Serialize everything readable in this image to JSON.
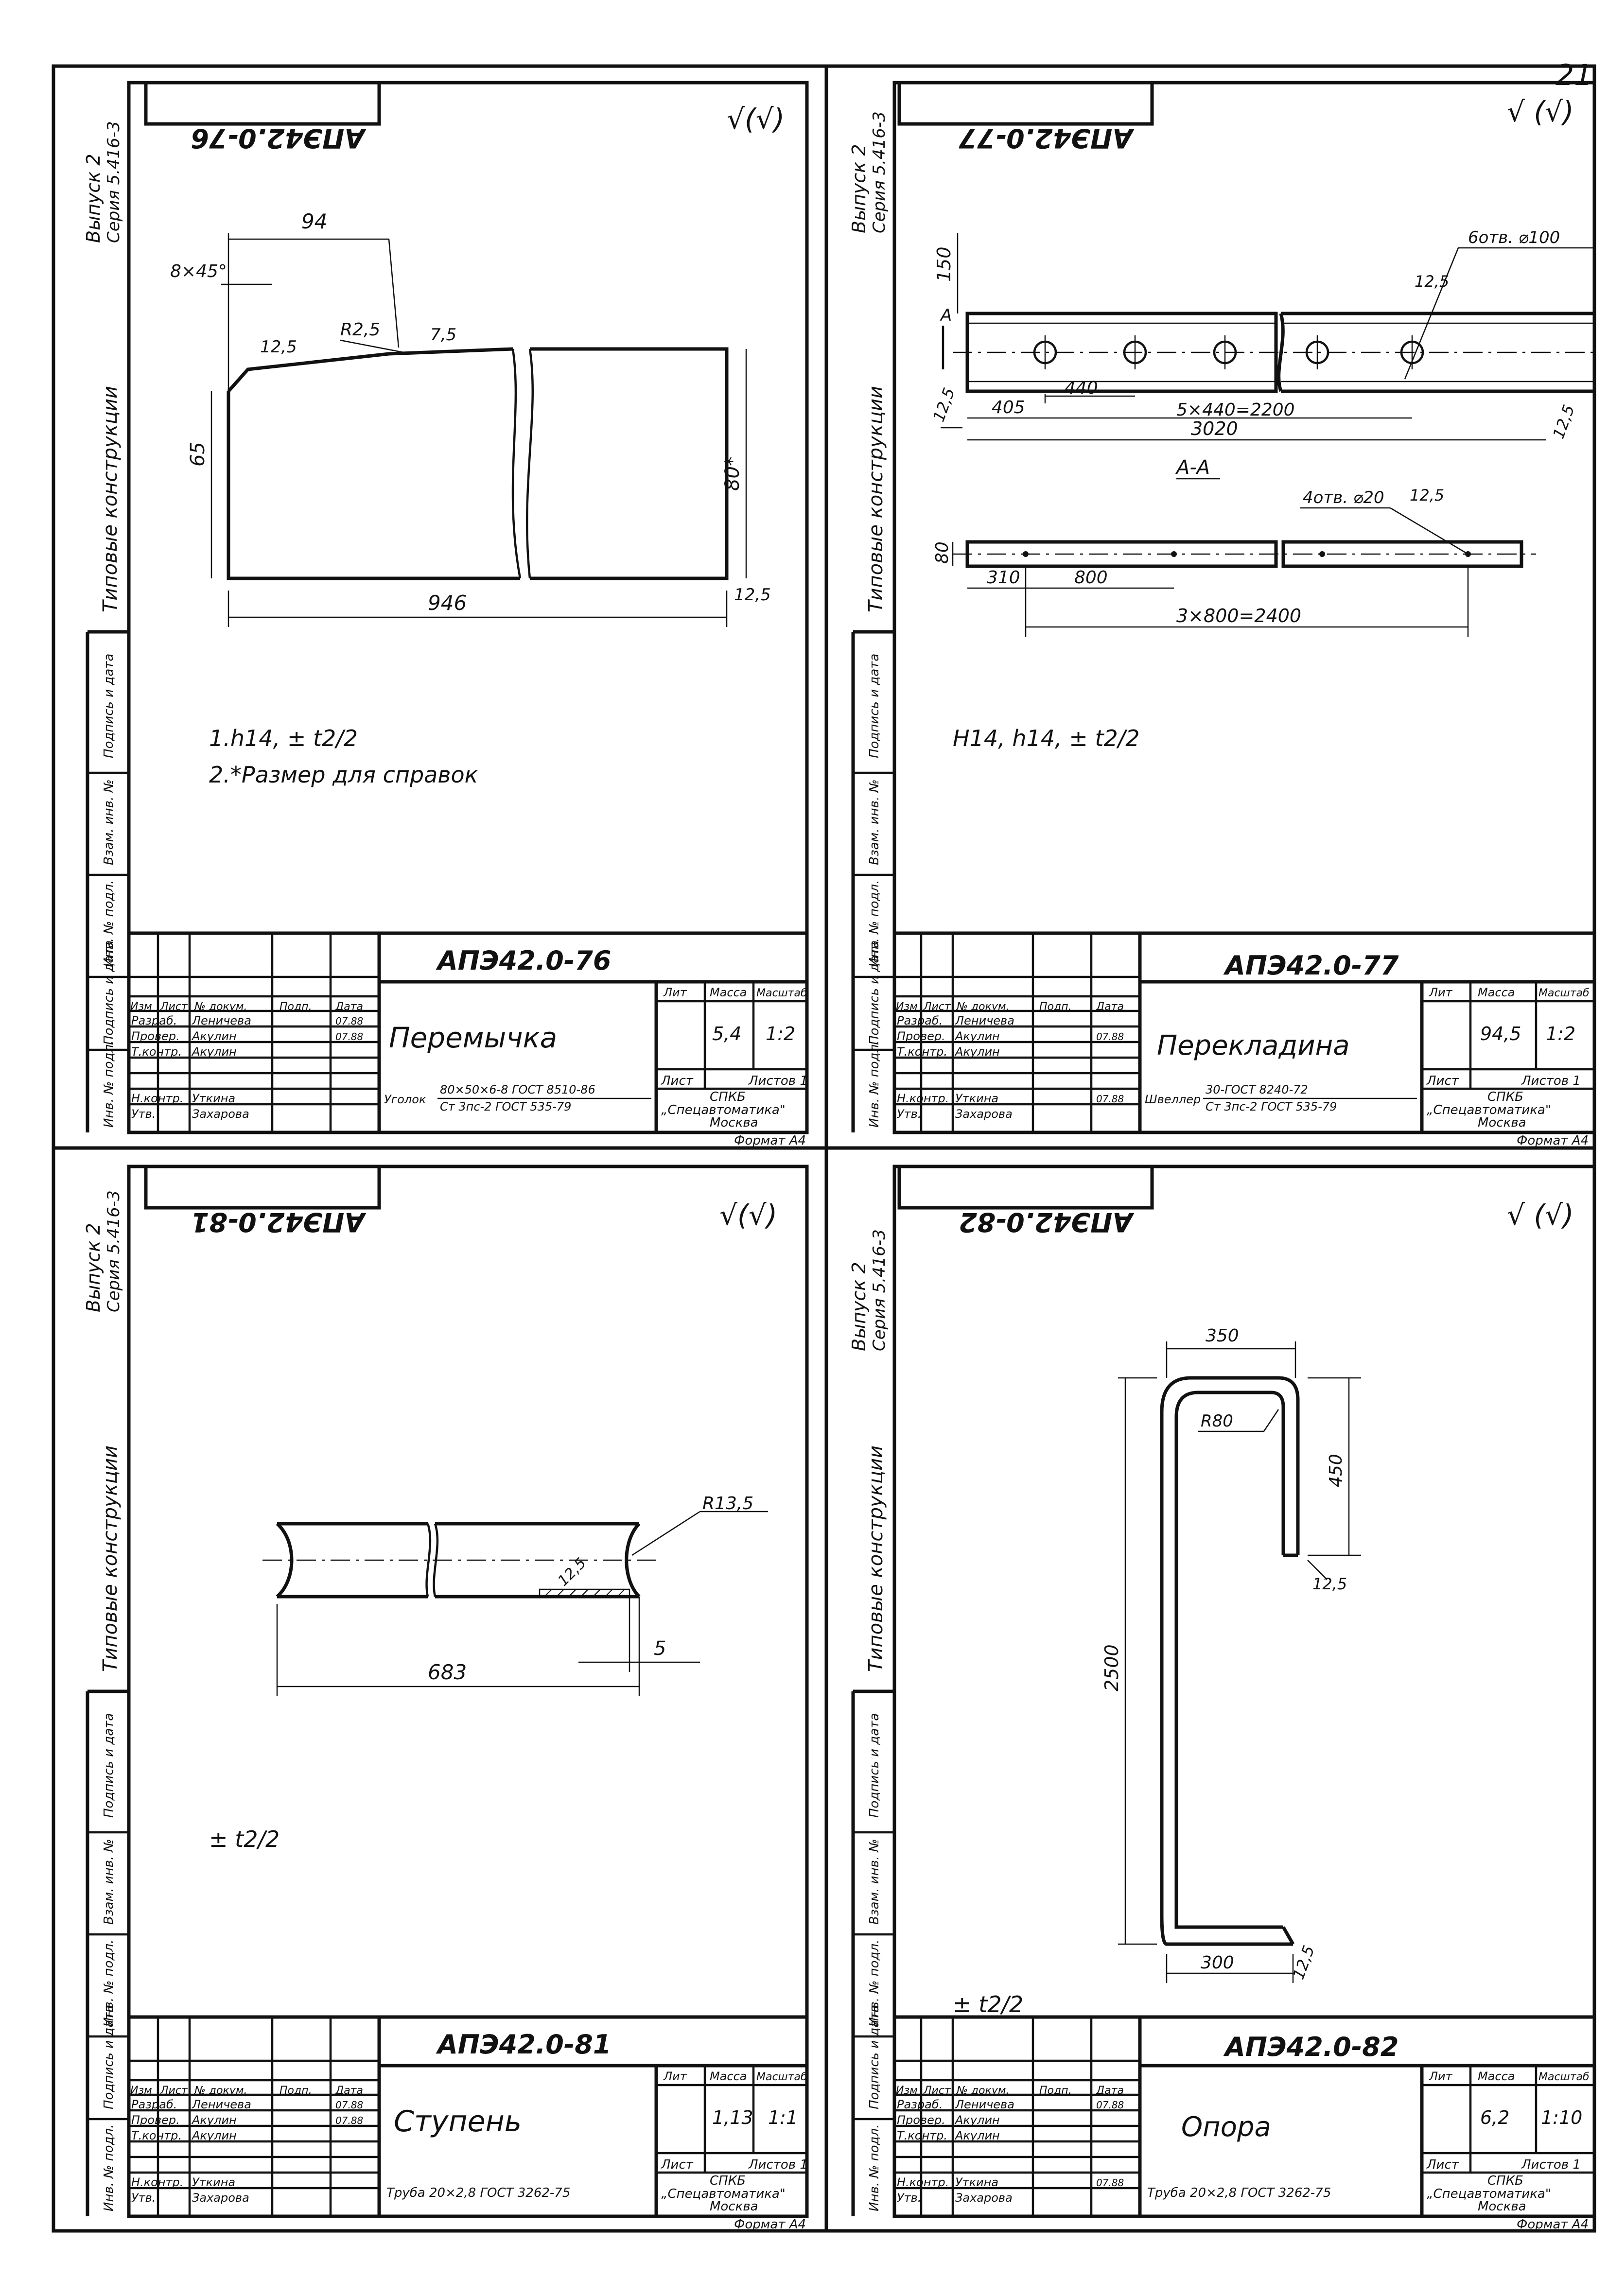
{
  "page_number": "21",
  "margin_labels": {
    "series": "Серия 5.416-3",
    "issue": "Выпуск 2",
    "typical": "Типовые конструкции",
    "stamp_cols": [
      "Подпись и дата",
      "Взам. инв. №",
      "Инв. № подл.",
      "Подпись и дата",
      "Инв. № подл."
    ]
  },
  "common": {
    "col_headers": [
      "Изм",
      "Лист",
      "№ докум.",
      "Подп.",
      "Дата"
    ],
    "lit_header": "Лит",
    "mass_header": "Масса",
    "scale_header": "Масштаб",
    "sheet_label": "Лист",
    "sheets_label": "Листов 1",
    "org_line1": "СПКБ",
    "org_line2": "„Спецавтоматика\"",
    "org_line3": "Москва",
    "format": "Формат А4",
    "roles": [
      "Разраб.",
      "Провер.",
      "Т.контр.",
      "",
      "Н.контр.",
      "Утв."
    ],
    "names": [
      "Леничева",
      "Акулин",
      "Акулин",
      "",
      "Уткина",
      "Захарова"
    ],
    "date": "07.88"
  },
  "sheets": [
    {
      "code": "АПЭ42.0-76",
      "title": "Перемычка",
      "mass": "5,4",
      "scale": "1:2",
      "roughness": "√(√)",
      "material_a": "Уголок",
      "material_b": "80×50×6-8 ГОСТ 8510-86",
      "material_c": "Ст 3пс-2 ГОСТ 535-79",
      "notes": [
        "1.h14, ± t2/2",
        "2.*Размер для справок"
      ],
      "dims": {
        "d94": "94",
        "chamfer": "8×45°",
        "r": "R2,5",
        "d75": "7,5",
        "rough": "12,5",
        "d65": "65",
        "d80": "80*",
        "d946": "946",
        "rough2": "12,5"
      }
    },
    {
      "code": "АПЭ42.0-77",
      "title": "Перекладина",
      "mass": "94,5",
      "scale": "1:2",
      "roughness": "√ (√)",
      "material_a": "Швеллер",
      "material_b": "30-ГОСТ 8240-72",
      "material_c": "Ст 3пс-2 ГОСТ 535-79",
      "notes": [
        "Н14, h14, ± t2/2"
      ],
      "dims": {
        "d150": "150",
        "holes6": "6отв. ⌀100",
        "rough": "12,5",
        "d440": "440",
        "d405": "405",
        "span": "5×440=2200",
        "total": "3020",
        "section": "А-А",
        "holes4": "4отв. ⌀20",
        "rough2": "12,5",
        "d80": "80",
        "d310": "310",
        "d800": "800",
        "span2": "3×800=2400",
        "mark_a": "А"
      }
    },
    {
      "code": "АПЭ42.0-81",
      "title": "Ступень",
      "mass": "1,13",
      "scale": "1:1",
      "roughness": "√(√)",
      "material_a": "Труба 20×2,8 ГОСТ 3262-75",
      "notes": [
        "± t2/2"
      ],
      "dims": {
        "r": "R13,5",
        "d5": "5",
        "d683": "683",
        "rough": "12,5"
      }
    },
    {
      "code": "АПЭ42.0-82",
      "title": "Опора",
      "mass": "6,2",
      "scale": "1:10",
      "roughness": "√ (√)",
      "material_a": "Труба 20×2,8 ГОСТ 3262-75",
      "notes": [
        "± t2/2"
      ],
      "dims": {
        "d350": "350",
        "r80": "R80",
        "d450": "450",
        "rough": "12,5",
        "d2500": "2500",
        "d300": "300",
        "rough2": "12,5"
      }
    }
  ]
}
